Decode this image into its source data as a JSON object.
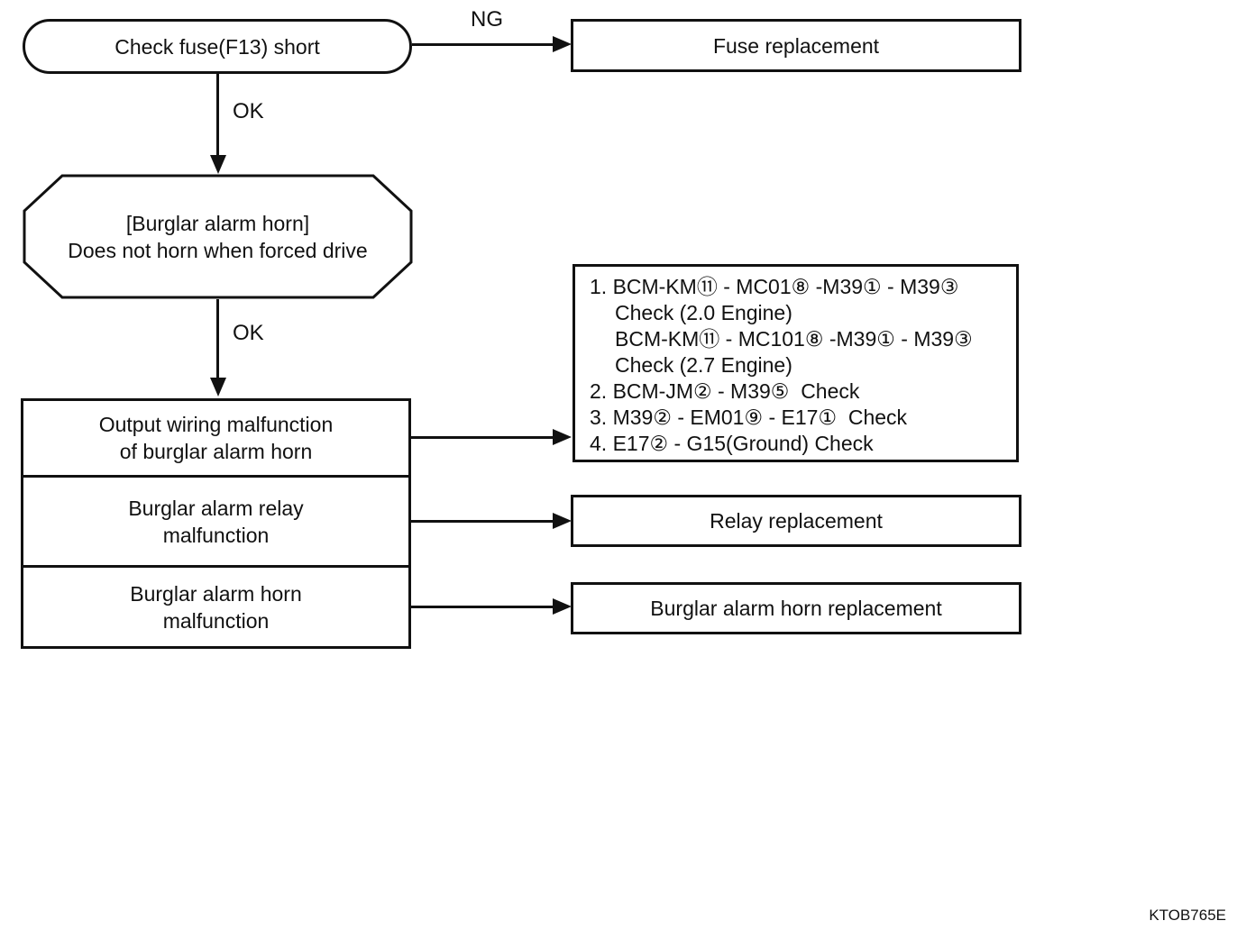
{
  "figure_code": "KTOB765E",
  "colors": {
    "line": "#111111",
    "background": "#ffffff"
  },
  "flowchart": {
    "start_node": {
      "label": "Check fuse(F13) short"
    },
    "edge_labels": {
      "ng": "NG",
      "ok_top": "OK",
      "ok_bottom": "OK"
    },
    "fuse_replacement": {
      "label": "Fuse replacement"
    },
    "condition_node": {
      "line1": "[Burglar alarm horn]",
      "line2": "Does not horn when forced drive"
    },
    "causes": [
      {
        "line1": "Output wiring malfunction",
        "line2": "of burglar alarm horn"
      },
      {
        "line1": "Burglar alarm relay",
        "line2": "malfunction"
      },
      {
        "line1": "Burglar alarm horn",
        "line2": "malfunction"
      }
    ],
    "check_list": {
      "lines": [
        {
          "text": "1. BCM-KM⑪ - MC01⑧ -M39① - M39③"
        },
        {
          "text": "Check (2.0 Engine)"
        },
        {
          "text": "BCM-KM⑪ - MC101⑧ -M39① - M39③"
        },
        {
          "text": "Check (2.7 Engine)"
        },
        {
          "text": "2. BCM-JM② - M39⑤  Check"
        },
        {
          "text": "3. M39② - EM01⑨ - E17①  Check"
        },
        {
          "text": "4. E17② - G15(Ground) Check"
        }
      ]
    },
    "relay_replacement": {
      "label": "Relay replacement"
    },
    "horn_replacement": {
      "label": "Burglar alarm horn replacement"
    }
  }
}
